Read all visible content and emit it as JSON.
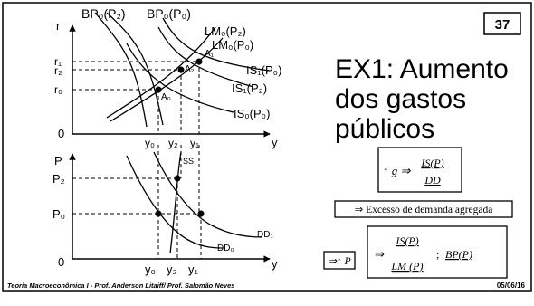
{
  "slide": {
    "number": "37",
    "title_lines": [
      "EX1: Aumento",
      "dos gastos",
      "públicos"
    ],
    "footer_left": "Teoria Macroeconômica I - Prof. Anderson Litaiff/ Prof. Salomão Neves",
    "footer_date": "05/06/16"
  },
  "top_graph": {
    "axis_y": "r",
    "axis_x": "y",
    "origin": "0",
    "r_labels": [
      "r1",
      "r2",
      "r0"
    ],
    "r_labels_display": {
      "r1": "r₁",
      "r2": "r₂",
      "r0": "r₀"
    },
    "y_labels": [
      "y₀",
      "y₂",
      "y₁"
    ],
    "curves": {
      "bp_p2": "BP₀(P₂)",
      "bp_p0": "BP₀(P₀)",
      "lm_p2": "LM₀(P₂)",
      "lm_p0": "LM₀(P₀)",
      "is1_p0": "IS₁(P₀)",
      "is1_p2": "IS₁(P₂)",
      "is0_p0": "IS₀(P₀)"
    },
    "points": {
      "a0": "A₀",
      "a1": "A₁",
      "a2": "A₂"
    }
  },
  "bottom_graph": {
    "axis_y": "P",
    "axis_x": "y",
    "origin": "0",
    "p_labels": [
      "P₂",
      "P₀"
    ],
    "y_labels": [
      "y₀",
      "y₂",
      "y₁"
    ],
    "curves": {
      "ss": "SS",
      "dd1": "DD₁",
      "dd0": "DD₀"
    }
  },
  "box1": {
    "prefix": "↑ g ⇒",
    "numerator": "IS(P)",
    "denominator": "DD"
  },
  "box2": {
    "text": "⇒ Excesso de demanda agregada"
  },
  "box3": {
    "text": "⇒↑ P"
  },
  "box4": {
    "arrow": "⇒",
    "numerator": "IS(P)",
    "denominator": "LM (P)",
    "sep": "; ",
    "bp": "BP(P)"
  }
}
